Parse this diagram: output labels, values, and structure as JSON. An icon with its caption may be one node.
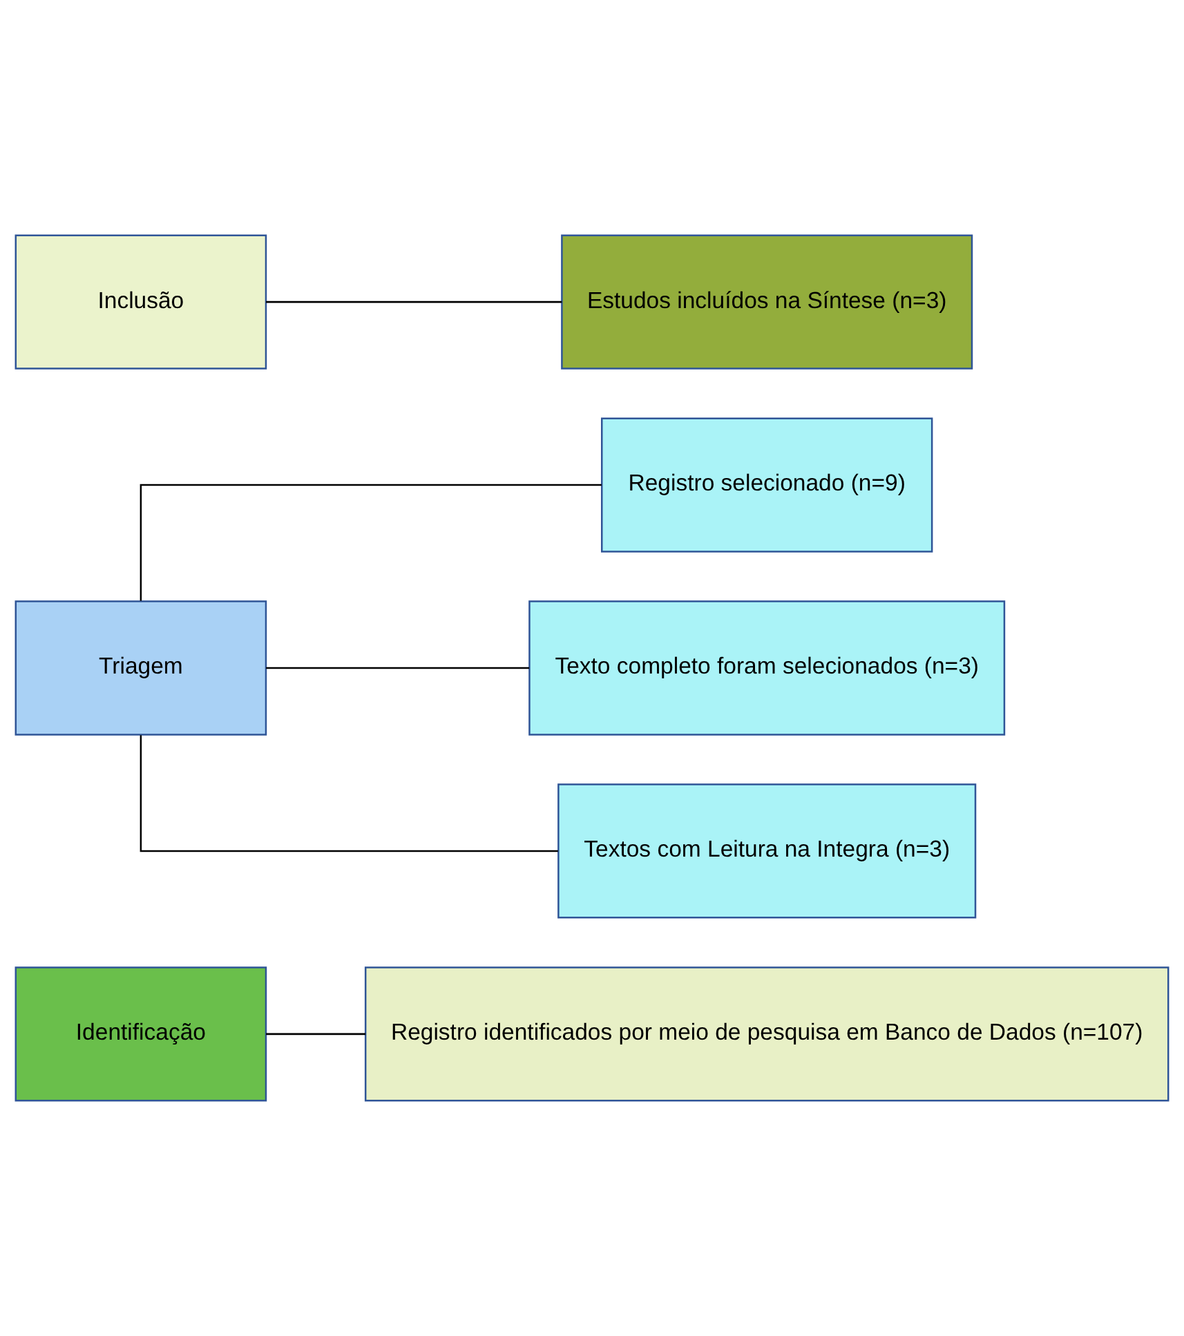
{
  "diagram": {
    "nodes": [
      {
        "text": [
          "Identificação"
        ]
      },
      {
        "text": [
          "Registro identificados por meio de pesquisa em Banco de Dados (n=107)"
        ]
      },
      {
        "text": [
          "Triagem"
        ]
      },
      {
        "text": [
          "Registro selecionado (n=9)"
        ]
      },
      {
        "text": [
          "Texto completo foram selecionados (n=3)"
        ]
      },
      {
        "text": [
          "Textos com Leitura na Integra (n=3)"
        ]
      },
      {
        "text": [
          "Inclusão"
        ]
      },
      {
        "text": [
          "Estudos incluídos na Síntese (n=3)"
        ]
      }
    ],
    "edges": [
      {
        "from": 0,
        "to": 1,
        "arrow": "none"
      },
      {
        "from": 2,
        "to": 3,
        "arrow": "none"
      },
      {
        "from": 2,
        "to": 4,
        "arrow": "none"
      },
      {
        "from": 2,
        "to": 5,
        "arrow": "none"
      },
      {
        "from": 6,
        "to": 7,
        "arrow": "none"
      }
    ]
  }
}
